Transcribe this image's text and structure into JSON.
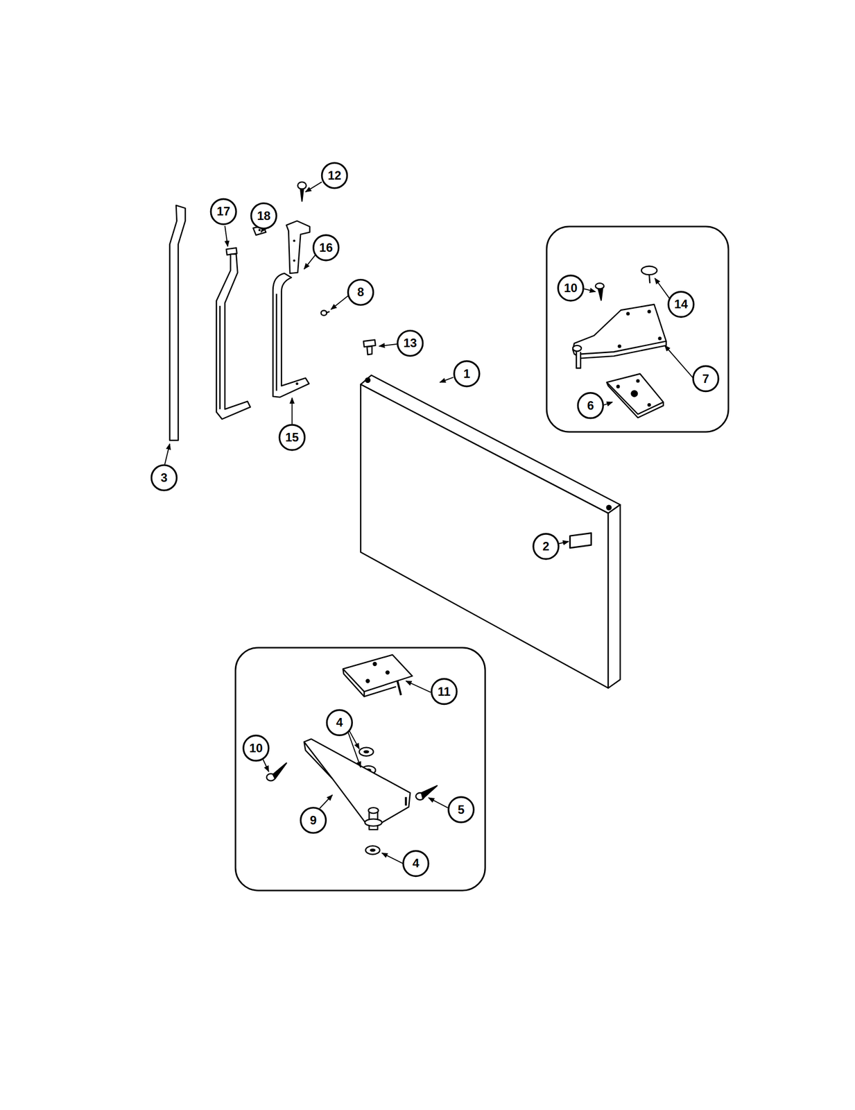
{
  "diagram": {
    "labels": [
      "12",
      "17",
      "18",
      "16",
      "8",
      "10",
      "14",
      "13",
      "1",
      "7",
      "15",
      "6",
      "3",
      "2",
      "11",
      "4",
      "10",
      "5",
      "9",
      "4"
    ]
  }
}
